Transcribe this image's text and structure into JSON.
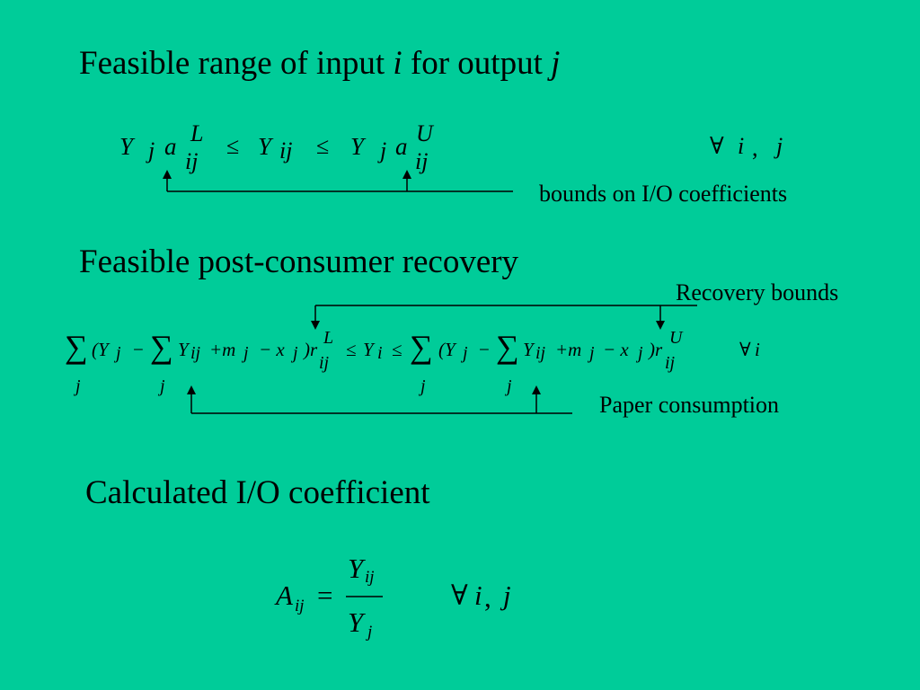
{
  "section1": {
    "heading_prefix": "Feasible range of input ",
    "heading_var_i": "i",
    "heading_middle": " for output ",
    "heading_var_j": "j",
    "annotation": "bounds on I/O coefficients",
    "formula": {
      "Y1": "Y",
      "j1": "j",
      "a1": "a",
      "L": "L",
      "ij1": "ij",
      "le1": "≤",
      "Y2": "Y",
      "ij2": "ij",
      "le2": "≤",
      "Y3": "Y",
      "j3": "j",
      "a3": "a",
      "U": "U",
      "ij3": "ij",
      "forall": "∀",
      "qi": "i",
      "comma": ",",
      "qj": "j"
    }
  },
  "section2": {
    "heading": "Feasible post-consumer recovery",
    "annotation_top": "Recovery bounds",
    "annotation_bottom": "Paper consumption",
    "formula": {
      "sum": "∑",
      "left": "(Y",
      "j": "j",
      "minus": "−",
      "Yij": "Y",
      "ij": "ij",
      "plus_m": "+m",
      "minus_x": "− x",
      "close_r": ")r",
      "L": "L",
      "U": "U",
      "le": "≤",
      "Yi": "Y",
      "i": "i",
      "forall": "∀"
    }
  },
  "section3": {
    "heading": "Calculated I/O coefficient",
    "formula": {
      "A": "A",
      "ij": "ij",
      "eq": "=",
      "numY": "Y",
      "numsub": "ij",
      "denY": "Y",
      "densub": "j",
      "forall": "∀",
      "i": "i",
      "comma": ",",
      "j": "j"
    }
  }
}
